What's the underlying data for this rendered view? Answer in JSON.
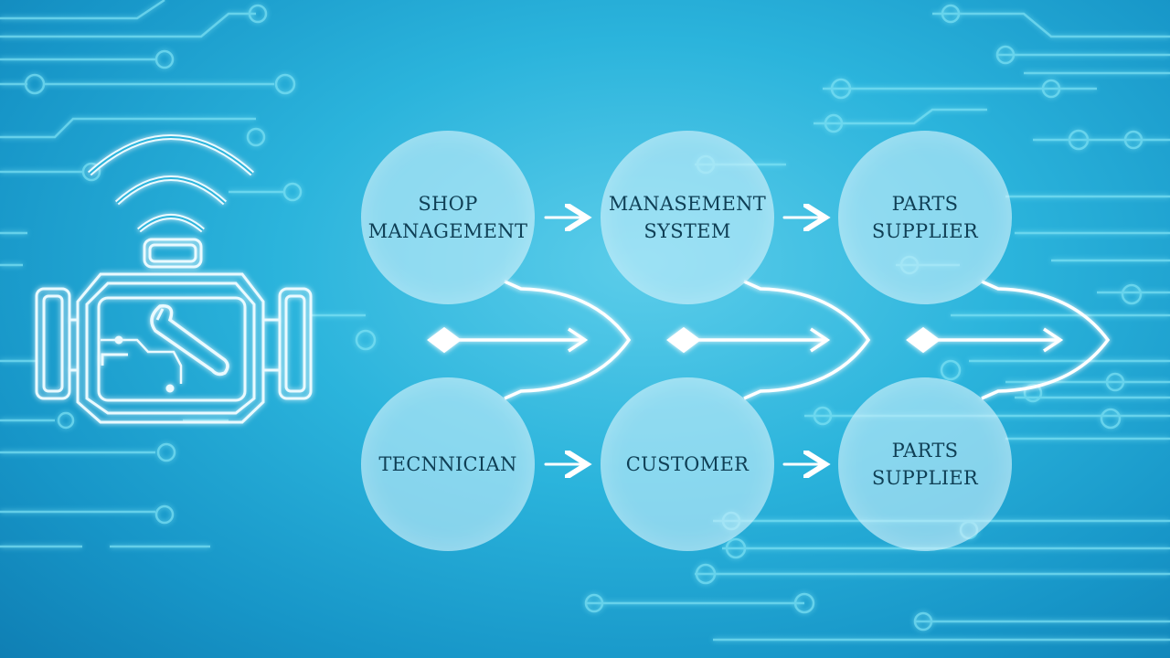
{
  "nodes": {
    "shop_management": "SHOP\nMANAGEMENT",
    "management_system": "MANASEMENT\nSYSTEM",
    "parts_supplier_top": "PARTS\nSUPPLIER",
    "technician": "TECNNICIAN",
    "customer": "CUSTOMER",
    "parts_supplier_bottom": "PARTS\nSUPPLIER"
  },
  "colors": {
    "background": "#2bb4dc",
    "circuit": "#7fe3f5",
    "node_fill": "#c3eefa",
    "node_text": "#0f3f55",
    "arrow": "#ffffff",
    "icon_stroke": "#eafaff"
  },
  "icons": {
    "engine": "engine-wrench-wireless-icon"
  }
}
